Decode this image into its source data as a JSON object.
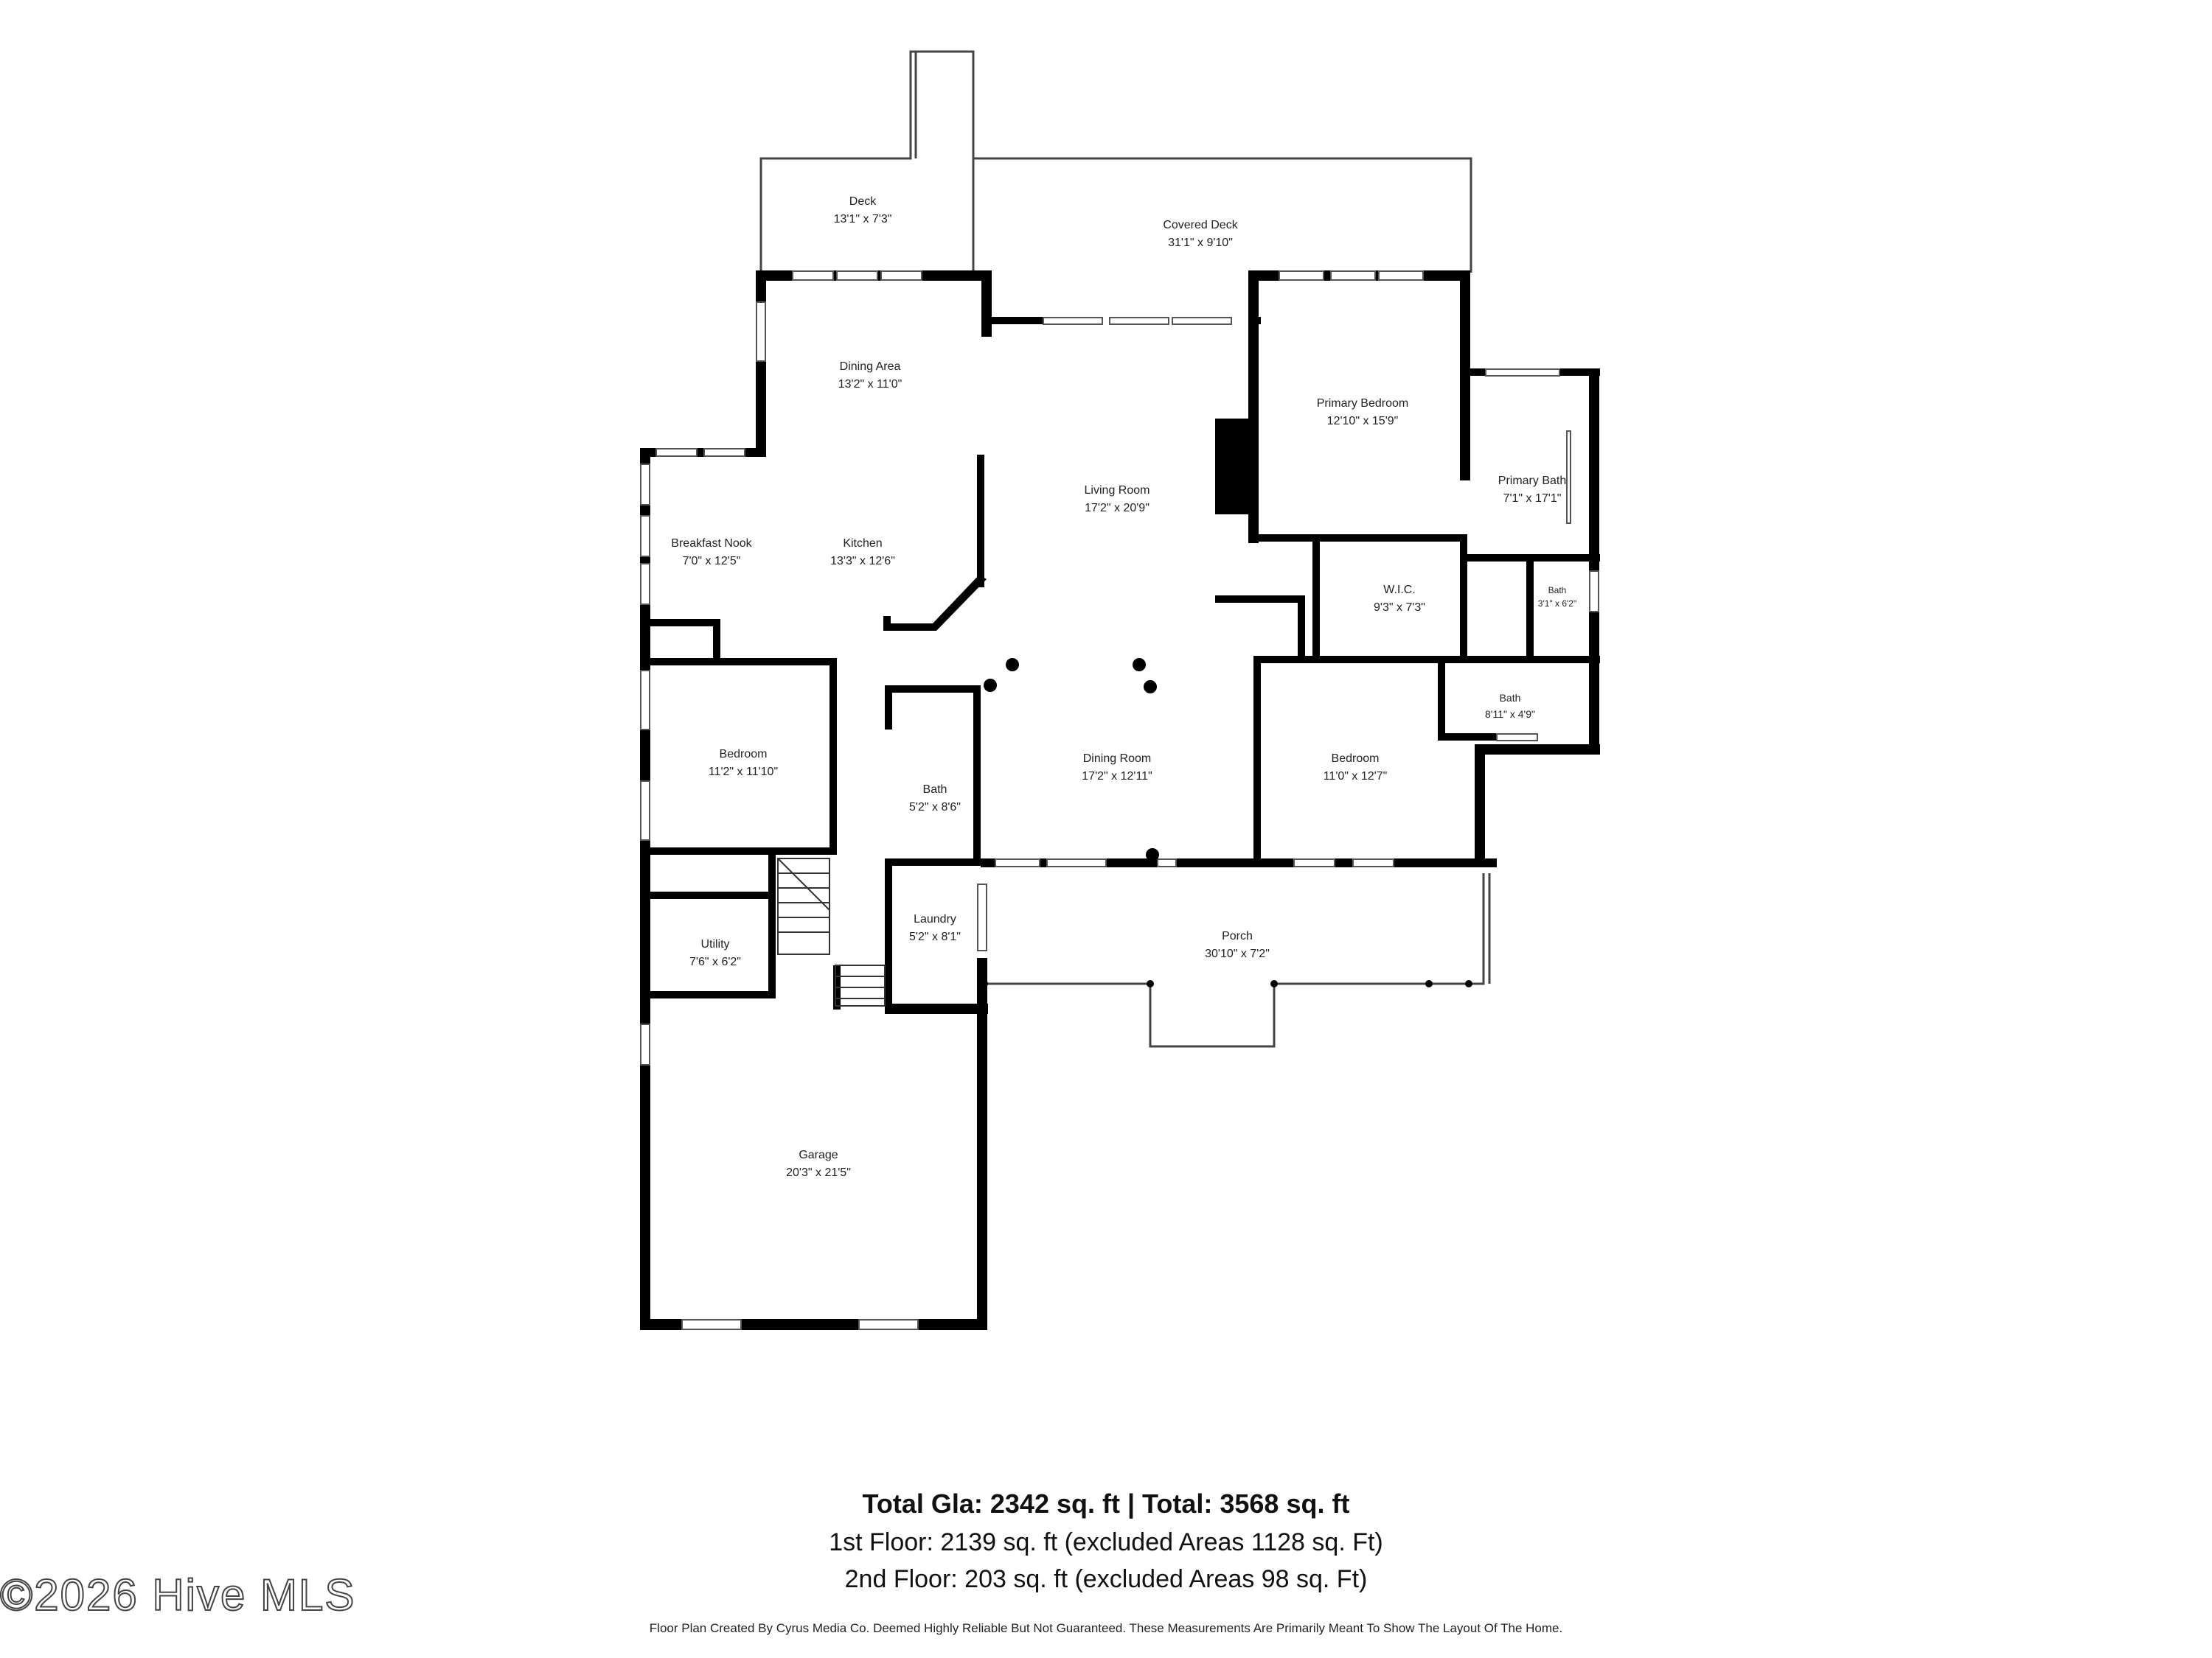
{
  "rooms": [
    {
      "name": "Deck",
      "dims": "13'1\" x 7'3\""
    },
    {
      "name": "Covered Deck",
      "dims": "31'1\" x 9'10\""
    },
    {
      "name": "Dining Area",
      "dims": "13'2\" x 11'0\""
    },
    {
      "name": "Primary Bedroom",
      "dims": "12'10\" x 15'9\""
    },
    {
      "name": "Living Room",
      "dims": "17'2\" x 20'9\""
    },
    {
      "name": "Primary Bath",
      "dims": "7'1\" x 17'1\""
    },
    {
      "name": "Breakfast Nook",
      "dims": "7'0\" x 12'5\""
    },
    {
      "name": "Kitchen",
      "dims": "13'3\" x 12'6\""
    },
    {
      "name": "W.I.C.",
      "dims": "9'3\" x 7'3\""
    },
    {
      "name": "Bath",
      "dims": "3'1\" x 6'2\""
    },
    {
      "name": "Bath",
      "dims": "8'11\" x 4'9\""
    },
    {
      "name": "Bedroom",
      "dims": "11'2\" x 11'10\""
    },
    {
      "name": "Bath",
      "dims": "5'2\" x 8'6\""
    },
    {
      "name": "Dining Room",
      "dims": "17'2\" x 12'11\""
    },
    {
      "name": "Bedroom",
      "dims": "11'0\" x 12'7\""
    },
    {
      "name": "Laundry",
      "dims": "5'2\" x 8'1\""
    },
    {
      "name": "Porch",
      "dims": "30'10\" x 7'2\""
    },
    {
      "name": "Utility",
      "dims": "7'6\" x 6'2\""
    },
    {
      "name": "Garage",
      "dims": "20'3\" x 21'5\""
    }
  ],
  "summary": {
    "total": "Total Gla: 2342 sq. ft | Total: 3568 sq. ft",
    "floor1": "1st Floor: 2139 sq. ft (excluded Areas 1128 sq. Ft)",
    "floor2": "2nd Floor: 203 sq. ft (excluded Areas 98 sq. Ft)"
  },
  "disclaimer": "Floor Plan Created By Cyrus Media Co. Deemed Highly Reliable But Not Guaranteed. These Measurements Are Primarily Meant To Show The Layout Of The Home.",
  "watermark": "©2026 Hive MLS",
  "colors": {
    "wall": "#000000",
    "window": "#ffffff",
    "outline": "#444444"
  }
}
